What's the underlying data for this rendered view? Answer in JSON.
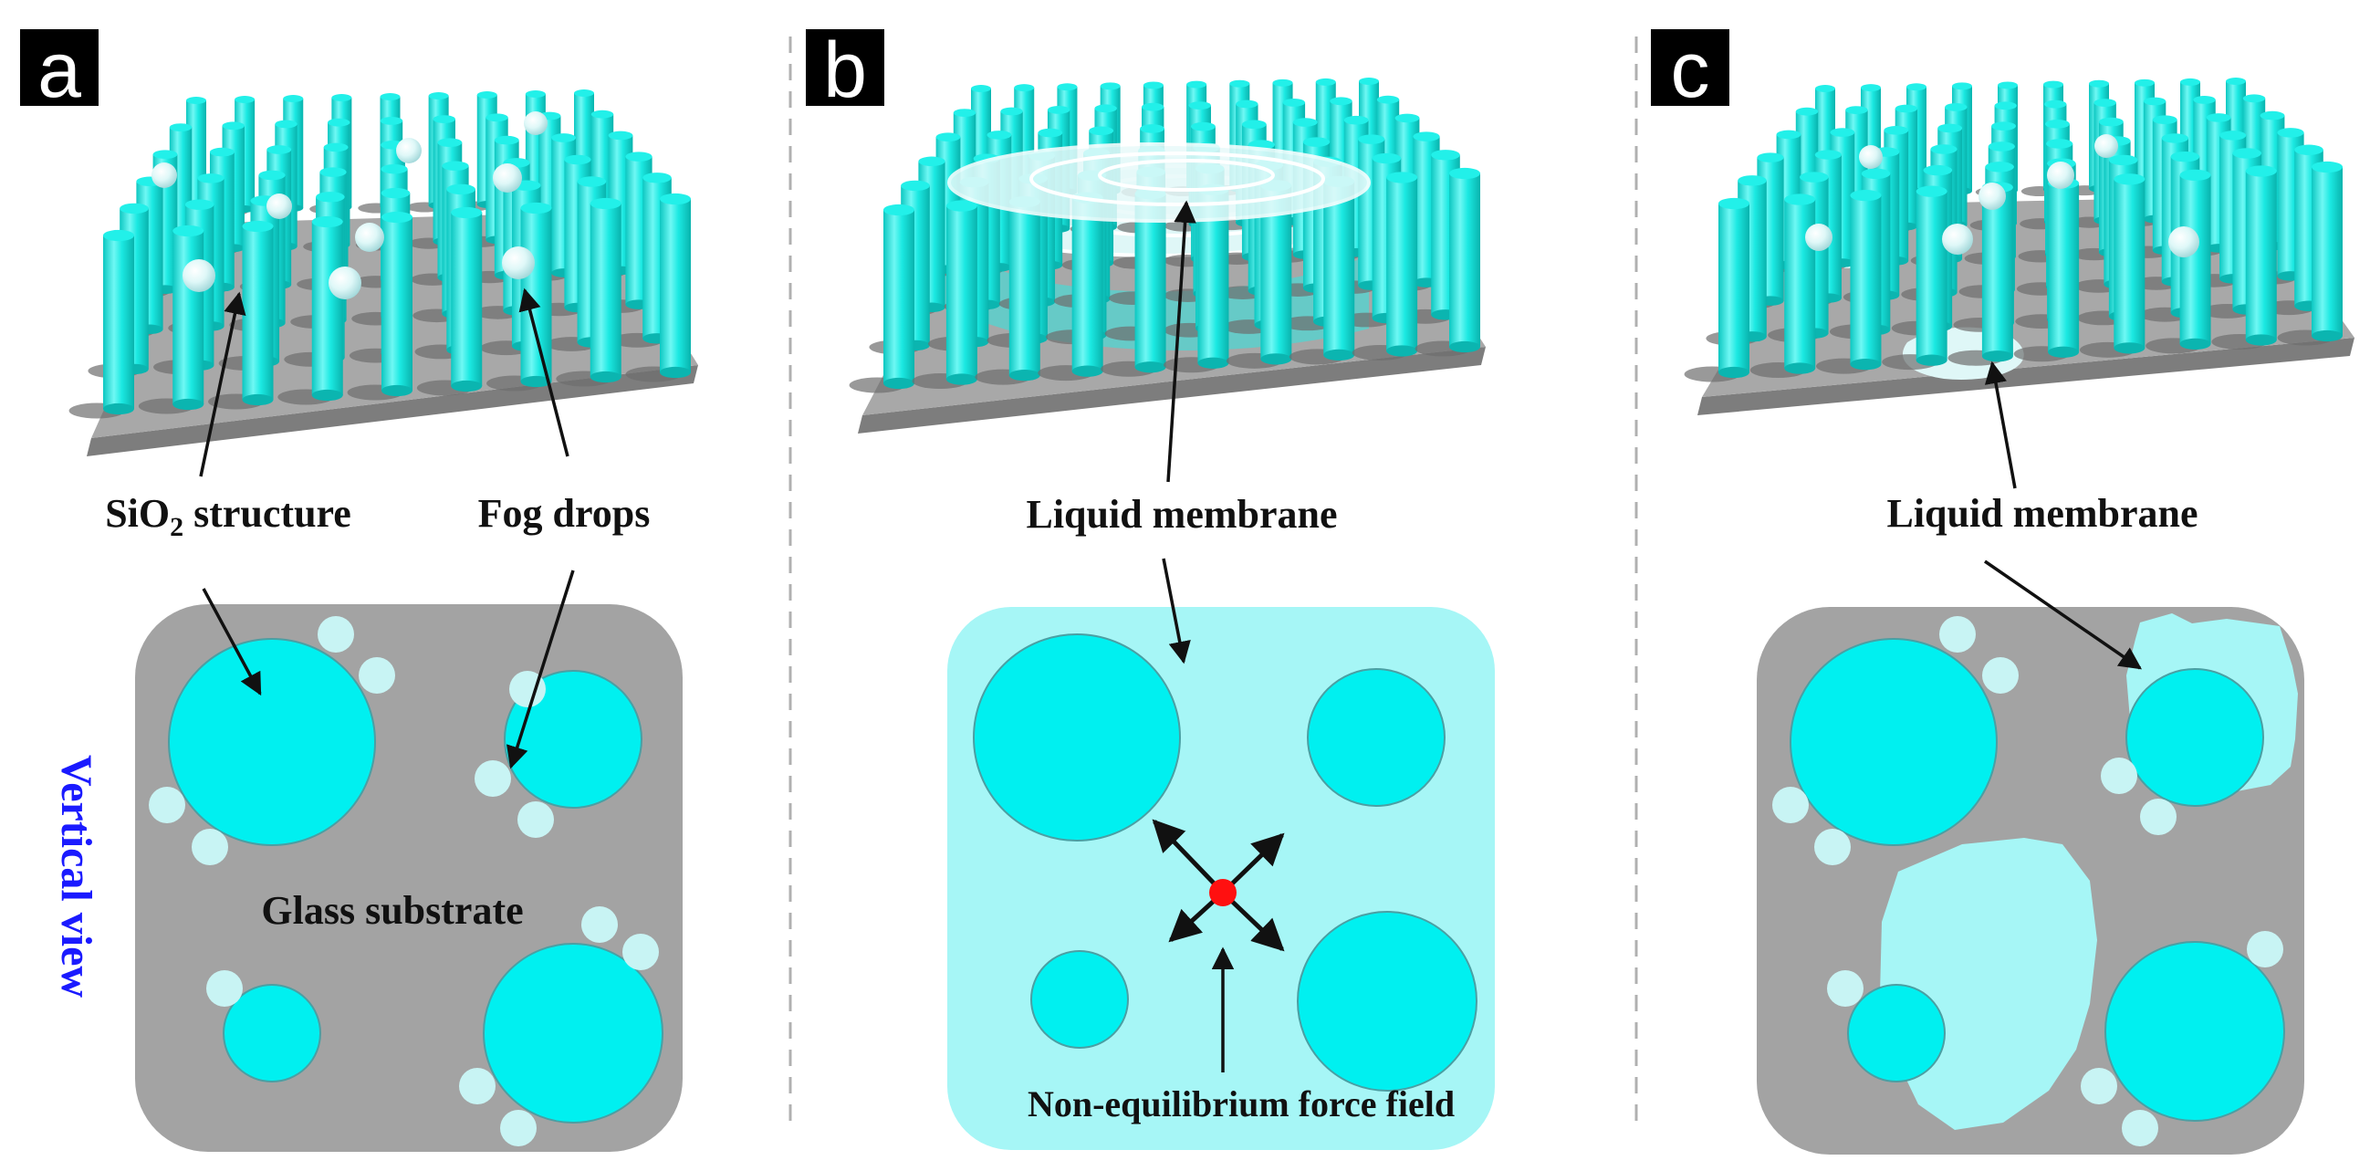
{
  "panels": [
    {
      "letter": "a"
    },
    {
      "letter": "b"
    },
    {
      "letter": "c"
    }
  ],
  "labels": {
    "sio2_prefix": "SiO",
    "sio2_sub": "2",
    "sio2_suffix": " structure",
    "fog_drops": "Fog drops",
    "glass_substrate": "Glass substrate",
    "vertical_view": "Vertical view",
    "liquid_membrane_b": "Liquid membrane",
    "non_equilibrium": "Non-equilibrium force field",
    "liquid_membrane_c": "Liquid membrane"
  },
  "colors": {
    "pillar": "#18e8e0",
    "pillar_light": "#7ff6f2",
    "pillar_dark": "#0bb5b0",
    "substrate": "#a3a3a3",
    "substrate_top": "#b5b5b5",
    "membrane": "#a6f6f6",
    "drop": "#c8f4f4",
    "force_dot": "#ff1010",
    "vertical_view_text": "#1a1aff"
  }
}
